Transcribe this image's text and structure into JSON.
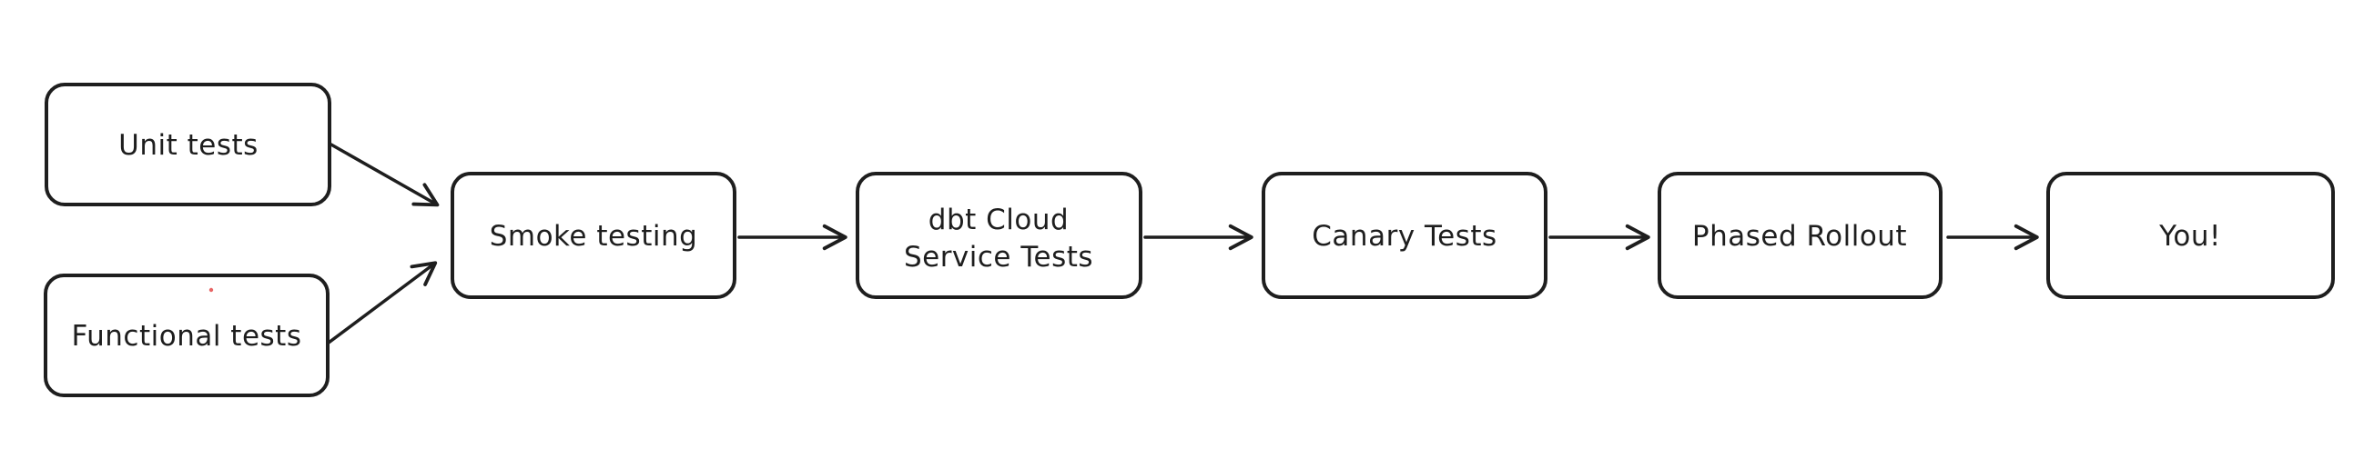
{
  "diagram": {
    "style": "hand-drawn flowchart",
    "colors": {
      "ink": "#1e1e1e",
      "background": "#ffffff",
      "speck": "#e03131"
    },
    "nodes": [
      {
        "id": "unit-tests",
        "label": "Unit tests"
      },
      {
        "id": "functional-tests",
        "label": "Functional tests"
      },
      {
        "id": "smoke-testing",
        "label": "Smoke testing"
      },
      {
        "id": "dbt-cloud-service-tests",
        "lines": [
          "dbt Cloud",
          "Service Tests"
        ]
      },
      {
        "id": "canary-tests",
        "label": "Canary Tests"
      },
      {
        "id": "phased-rollout",
        "label": "Phased Rollout"
      },
      {
        "id": "you",
        "label": "You!"
      }
    ],
    "edges": [
      {
        "from": "unit-tests",
        "to": "smoke-testing"
      },
      {
        "from": "functional-tests",
        "to": "smoke-testing"
      },
      {
        "from": "smoke-testing",
        "to": "dbt-cloud-service-tests"
      },
      {
        "from": "dbt-cloud-service-tests",
        "to": "canary-tests"
      },
      {
        "from": "canary-tests",
        "to": "phased-rollout"
      },
      {
        "from": "phased-rollout",
        "to": "you"
      }
    ]
  }
}
